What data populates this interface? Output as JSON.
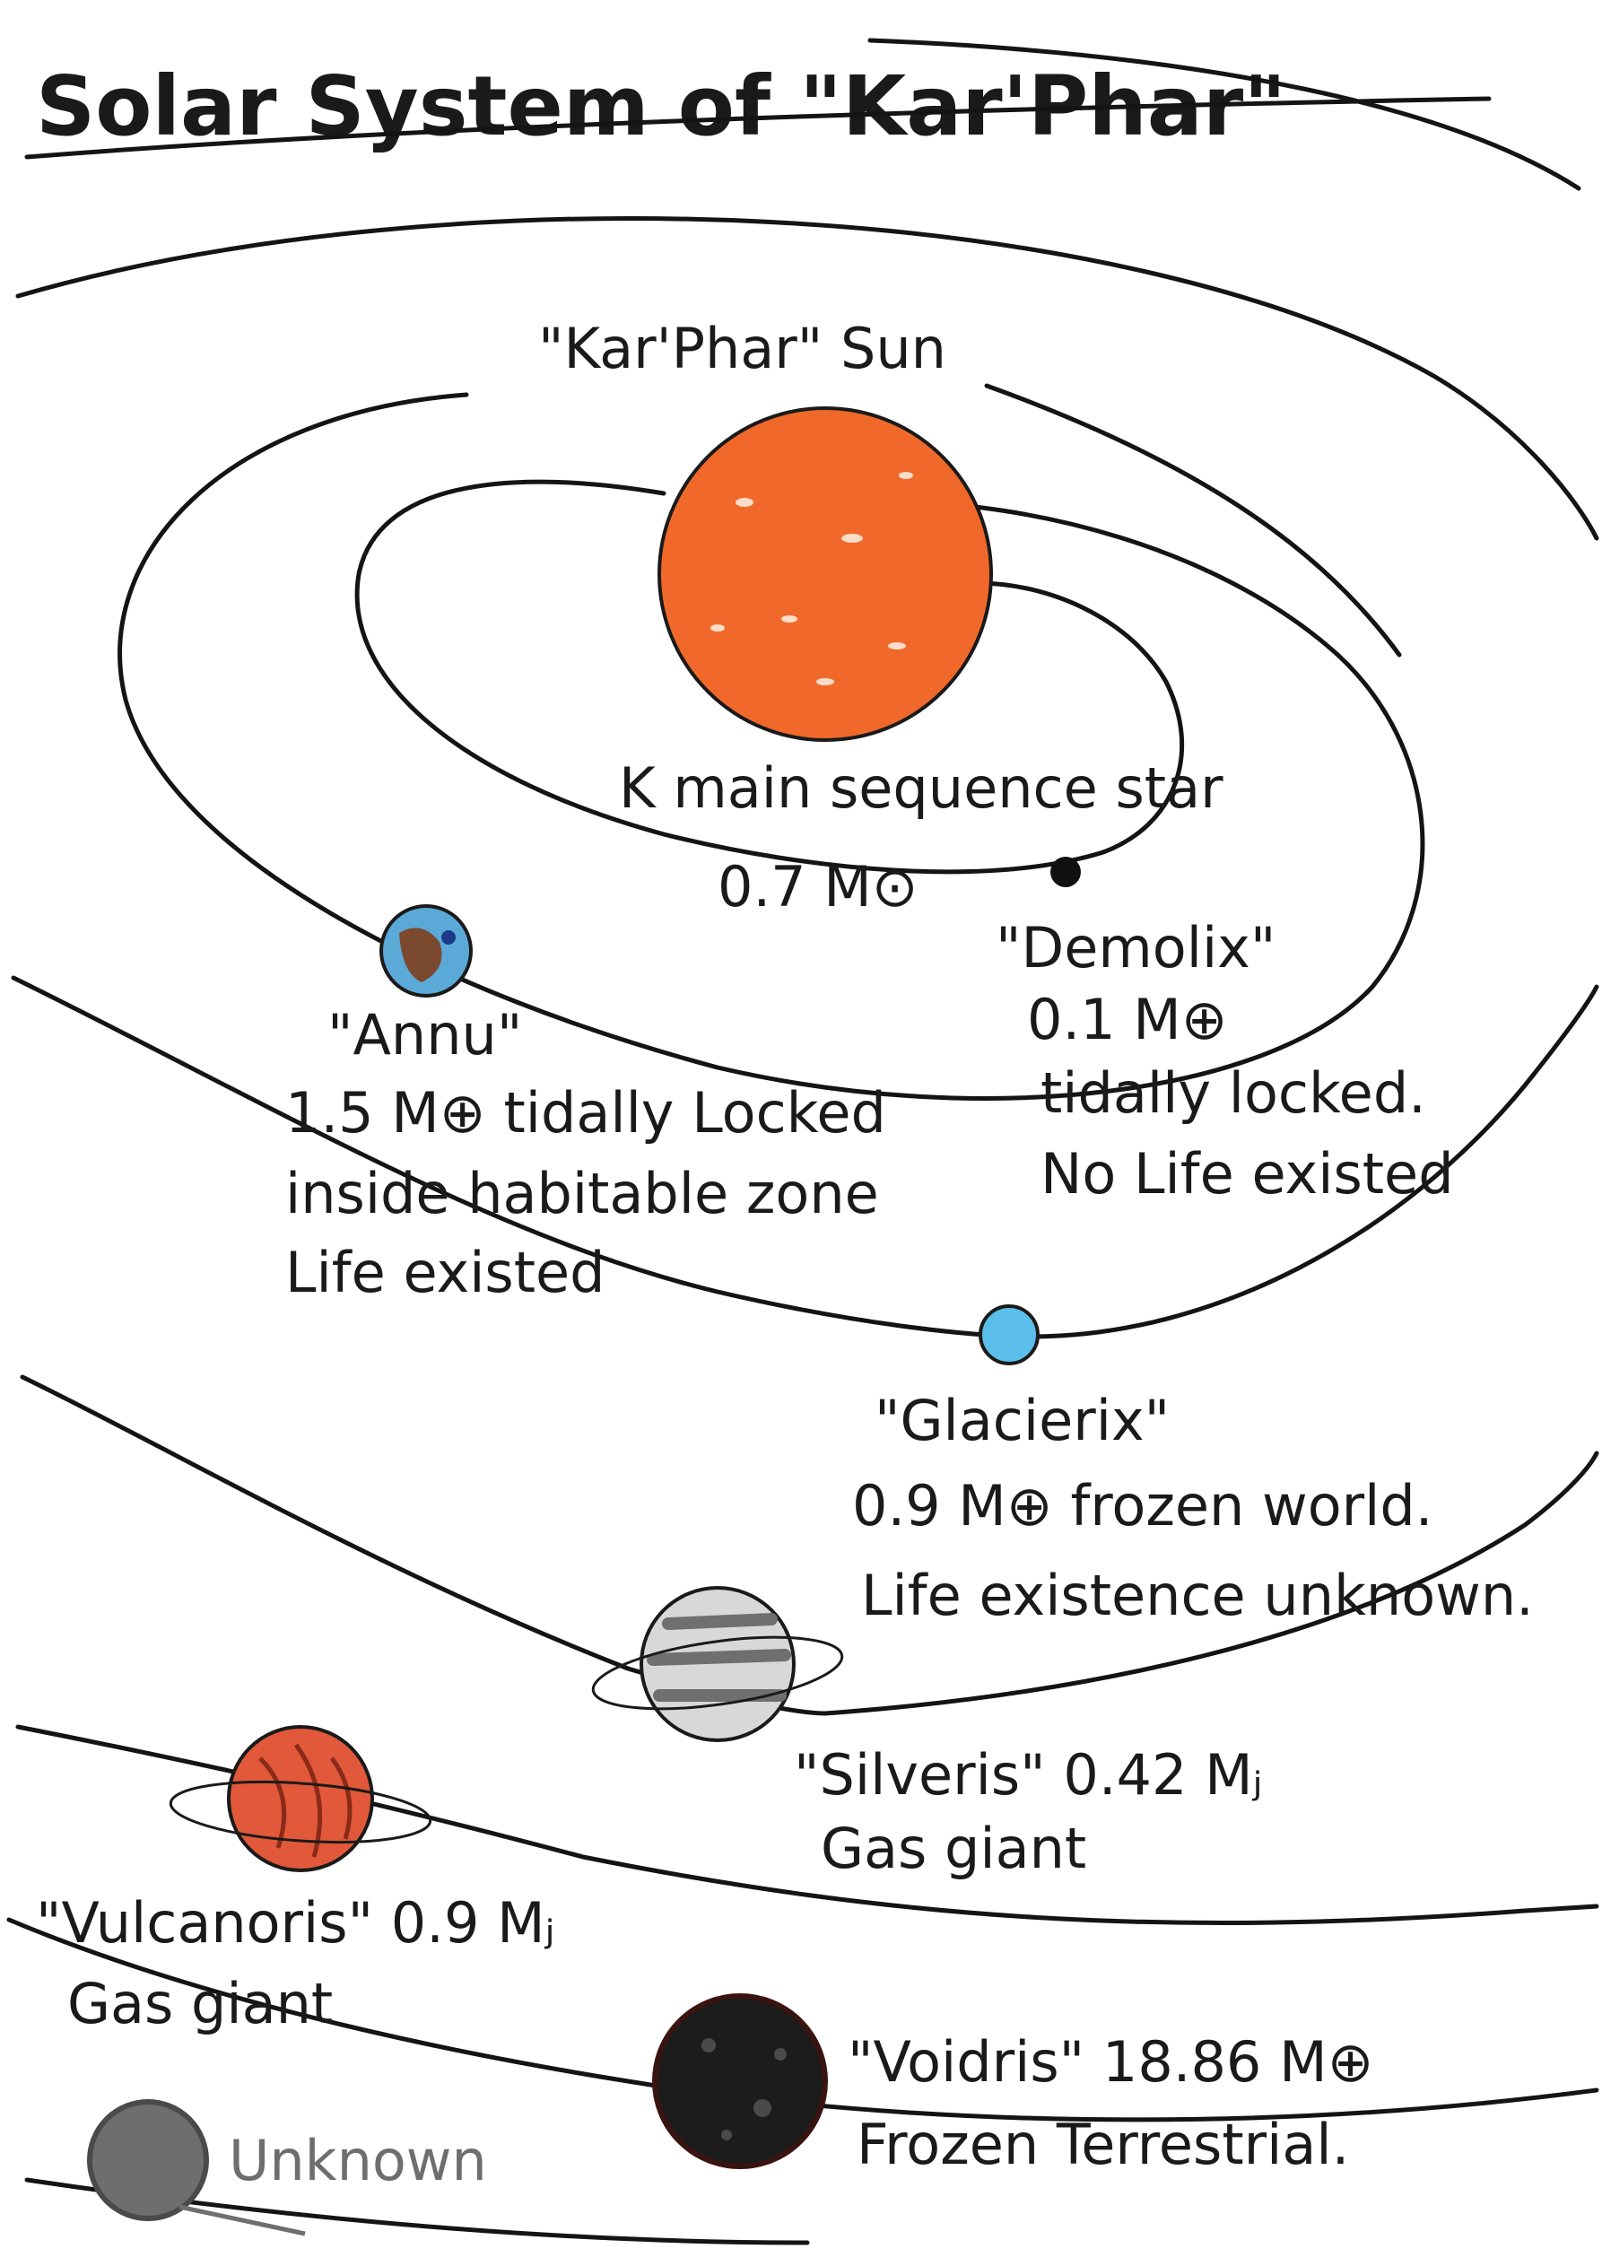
{
  "title": "Solar System of \"Kar'Phar\"",
  "sun": {
    "name": "\"Kar'Phar\" Sun",
    "type": "K main sequence star",
    "mass": "0.7 M⊙",
    "color": "#f0692a"
  },
  "planets": [
    {
      "key": "demolix",
      "name": "\"Demolix\"",
      "line1": "0.1 M⊕",
      "line2": "tidally locked.",
      "line3": "No Life existed",
      "color": "#111111"
    },
    {
      "key": "annu",
      "name": "\"Annu\"",
      "line1": "1.5 M⊕ tidally Locked",
      "line2": "inside habitable zone",
      "line3": "Life existed",
      "color": "#5aa9d6"
    },
    {
      "key": "glacierix",
      "name": "\"Glacierix\"",
      "line1": "0.9 M⊕ frozen world.",
      "line2": "Life existence unknown.",
      "color": "#5bbde9"
    },
    {
      "key": "silveris",
      "name": "\"Silveris\" 0.42 Mⱼ",
      "line1": "Gas giant",
      "color": "#9a9a9a"
    },
    {
      "key": "vulcanoris",
      "name": "\"Vulcanoris\" 0.9 Mⱼ",
      "line1": "Gas giant",
      "color": "#e2583a"
    },
    {
      "key": "voidris",
      "name": "\"Voidris\" 18.86 M⊕",
      "line1": "Frozen Terrestrial.",
      "color": "#1c1c1c"
    }
  ],
  "legend": {
    "label": "Unknown",
    "color": "#6e6e6e"
  }
}
